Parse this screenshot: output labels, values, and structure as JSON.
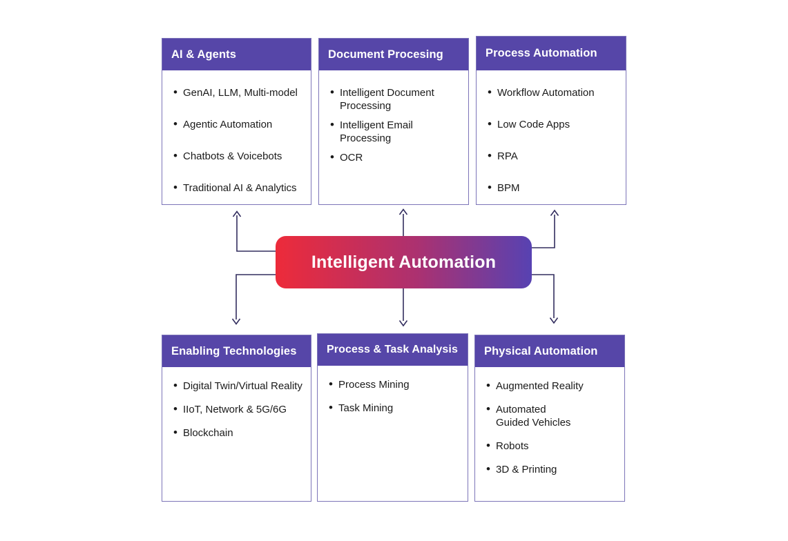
{
  "center": {
    "title": "Intelligent Automation",
    "gradient_from": "#ED2B3A",
    "gradient_mid": "#AC3170",
    "gradient_to": "#5742B2"
  },
  "boxes": [
    {
      "id": "ai-agents",
      "title": "AI & Agents",
      "items": [
        "GenAI, LLM, Multi-model",
        "Agentic Automation",
        "Chatbots & Voicebots",
        "Traditional AI & Analytics"
      ]
    },
    {
      "id": "document-procesing",
      "title": "Document Procesing",
      "items": [
        "Intelligent Document\nProcessing",
        "Intelligent Email\nProcessing",
        "OCR"
      ]
    },
    {
      "id": "process-automation",
      "title": "Process Automation",
      "items": [
        "Workflow Automation",
        "Low Code Apps",
        "RPA",
        "BPM"
      ]
    },
    {
      "id": "enabling-technologies",
      "title": "Enabling Technologies",
      "items": [
        "Digital Twin/Virtual Reality",
        "IIoT, Network & 5G/6G",
        "Blockchain"
      ]
    },
    {
      "id": "process-task-analysis",
      "title": "Process & Task Analysis",
      "items": [
        "Process Mining",
        "Task Mining"
      ]
    },
    {
      "id": "physical-automation",
      "title": "Physical Automation",
      "items": [
        "Augmented Reality",
        "Automated\nGuided Vehicles",
        "Robots",
        "3D & Printing"
      ]
    }
  ],
  "colors": {
    "header_bg": "#5646A8",
    "box_border": "#7C74B8",
    "arrow": "#322D5E",
    "item_text": "#1A1A1A",
    "header_text": "#FFFFFF"
  }
}
